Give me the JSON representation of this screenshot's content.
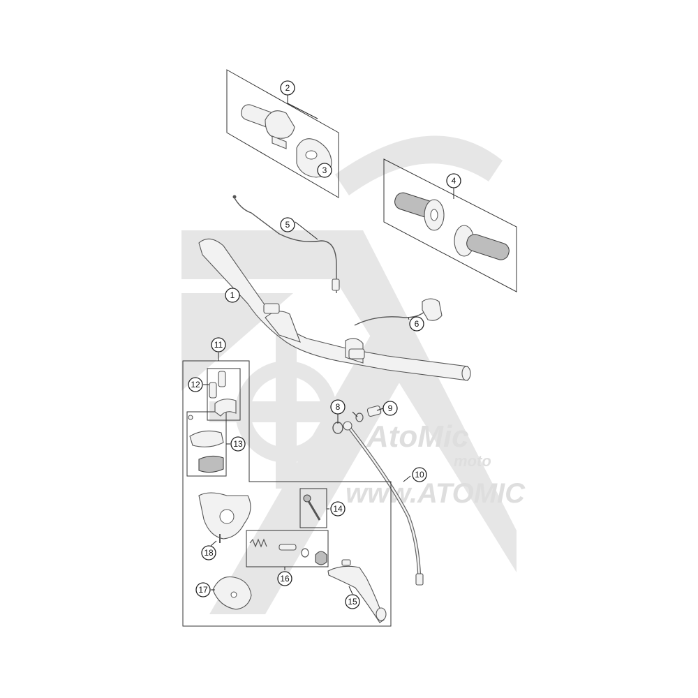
{
  "watermark": {
    "brand": "AtoMic",
    "sub": "moto",
    "url": "www.ATOMIC"
  },
  "callouts": [
    {
      "id": "c1",
      "label": "1"
    },
    {
      "id": "c2",
      "label": "2"
    },
    {
      "id": "c3",
      "label": "3"
    },
    {
      "id": "c4",
      "label": "4"
    },
    {
      "id": "c5",
      "label": "5"
    },
    {
      "id": "c6",
      "label": "6"
    },
    {
      "id": "c8",
      "label": "8"
    },
    {
      "id": "c9",
      "label": "9"
    },
    {
      "id": "c10",
      "label": "10"
    },
    {
      "id": "c11",
      "label": "11"
    },
    {
      "id": "c12",
      "label": "12"
    },
    {
      "id": "c13",
      "label": "13"
    },
    {
      "id": "c14",
      "label": "14"
    },
    {
      "id": "c15",
      "label": "15"
    },
    {
      "id": "c16",
      "label": "16"
    },
    {
      "id": "c17",
      "label": "17"
    },
    {
      "id": "c18",
      "label": "18"
    }
  ],
  "colors": {
    "line": "#222222",
    "part_fill": "#f2f2f2",
    "watermark": "#e6e6e6"
  }
}
